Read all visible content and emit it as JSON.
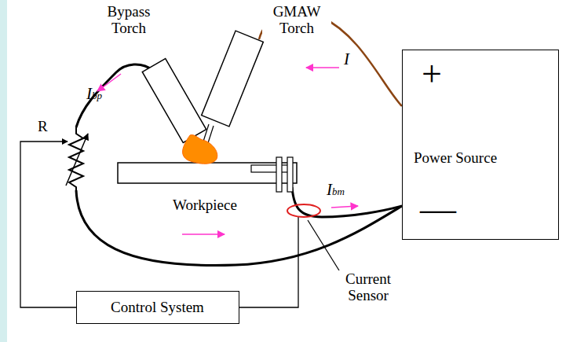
{
  "diagram": {
    "nodes": [
      {
        "text": [
          "+",
          "Power Source",
          "—"
        ]
      },
      {
        "text": [
          "Control System"
        ]
      }
    ],
    "labels": [
      "Bypass Torch",
      "GMAW Torch",
      "I",
      "Ibp",
      "R",
      "Workpiece",
      "Ibm",
      "Current Sensor"
    ]
  }
}
